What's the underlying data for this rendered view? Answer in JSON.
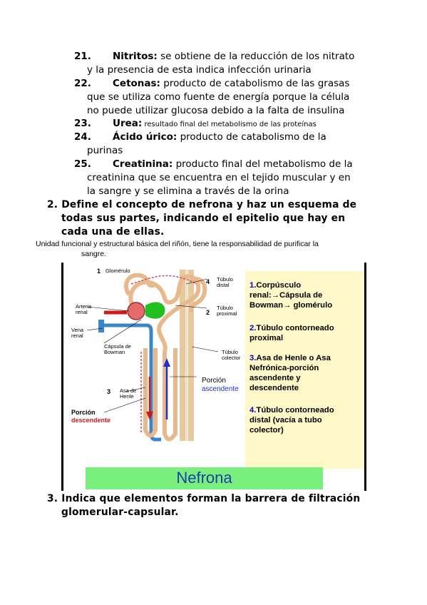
{
  "list": [
    {
      "num": "21.",
      "term": "Nitritos:",
      "text_line1": " se obtiene de la reducción de los nitrato",
      "text_line2": "y la presencia de esta indica infección urinaria"
    },
    {
      "num": "22.",
      "term": "Cetonas:",
      "text_line1": " producto de catabolismo de las grasas",
      "text_line2": "que se utiliza como fuente de energía porque la célula",
      "text_line3": "no puede utilizar glucosa debido a la falta de insulina"
    },
    {
      "num": "23.",
      "term": "Urea:",
      "text_line1": " resultado final del metabolismo de las proteínas"
    },
    {
      "num": "24.",
      "term": "Ácido úrico:",
      "text_line1": " producto de catabolismo de la",
      "text_line2": "purinas"
    },
    {
      "num": "25.",
      "term": "Creatinina:",
      "text_line1": " producto final del metabolismo de la",
      "text_line2": "creatinina que se encuentra en el tejido muscular y en",
      "text_line3": "la sangre y se elimina a través de la orina"
    }
  ],
  "question2": {
    "line1": "2. Define el concepto de nefrona y haz un esquema de",
    "line2": "todas sus partes, indicando el epitelio que hay en",
    "line3": "cada una de ellas."
  },
  "answer2": {
    "line1": "Unidad funcional y estructural básica del riñón, tiene la responsabilidad de purificar la",
    "line2": "sangre."
  },
  "figure": {
    "labels": {
      "glomerulo": "Glomérulo",
      "tubulo_distal_1": "Túbulo",
      "tubulo_distal_2": "distal",
      "arteria_1": "Arteria",
      "arteria_2": "renal",
      "tubulo_proximal_1": "Túbulo",
      "tubulo_proximal_2": "proximal",
      "vena_1": "Vena",
      "vena_2": "renal",
      "capsula_1": "Cápsula de",
      "capsula_2": "Bowman",
      "tubulo_colector_1": "Túbulo",
      "tubulo_colector_2": "colector",
      "asa_1": "Asa de",
      "asa_2": "Henle",
      "porcion_asc_1": "Porción",
      "porcion_asc_2": "ascendente",
      "porcion_desc_1": "Porción",
      "porcion_desc_2": "descendente",
      "n1": "1",
      "n2": "2",
      "n3": "3",
      "n4": "4"
    },
    "legend": [
      {
        "num": "1.",
        "lines": [
          "Corpúsculo",
          "renal:→Cápsula de",
          "Bowman→ glomérulo"
        ]
      },
      {
        "num": "2.",
        "lines": [
          "Túbulo contorneado",
          "proximal"
        ]
      },
      {
        "num": "3.",
        "lines": [
          "Asa de Henle o Asa",
          "Nefrónica-porción",
          "ascendente y",
          "descendente"
        ]
      },
      {
        "num": "4.",
        "lines": [
          "Túbulo contorneado",
          "distal (vacía a tubo",
          "colector)"
        ]
      }
    ],
    "caption": "Nefrona",
    "colors": {
      "legend_bg": "#fff9c9",
      "caption_bg": "#79f07e",
      "caption_text": "#1a3fa6",
      "legend_num": "#0000c8",
      "artery": "#d01818",
      "vein": "#2f7fc0",
      "tubule": "#f0c8a0",
      "glomerulus": "#20c020"
    }
  },
  "question3": {
    "line1": "3. Indica que elementos forman la barrera de filtración",
    "line2": "glomerular-capsular."
  }
}
